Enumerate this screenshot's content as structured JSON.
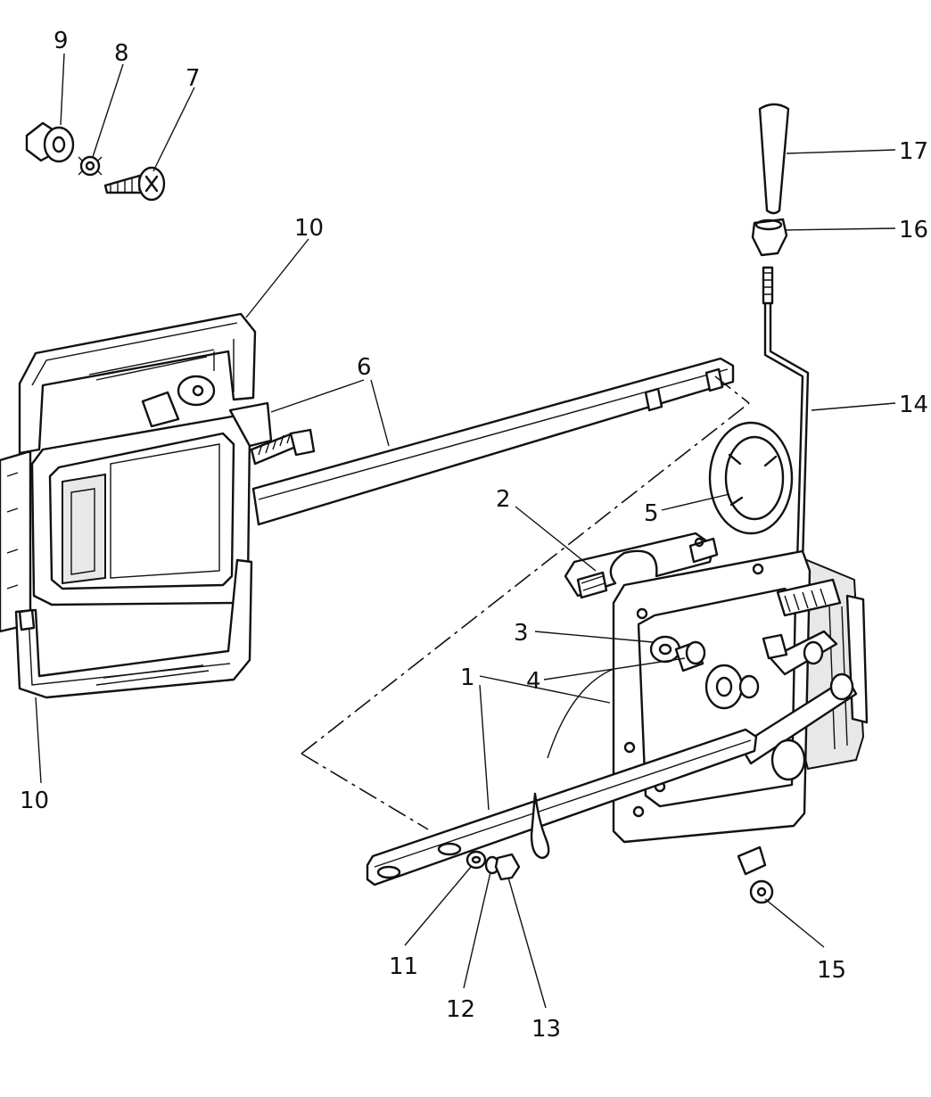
{
  "callouts": [
    {
      "id": "9",
      "label": "9"
    },
    {
      "id": "8",
      "label": "8"
    },
    {
      "id": "7",
      "label": "7"
    },
    {
      "id": "10a",
      "label": "10"
    },
    {
      "id": "6",
      "label": "6"
    },
    {
      "id": "17",
      "label": "17"
    },
    {
      "id": "16",
      "label": "16"
    },
    {
      "id": "14",
      "label": "14"
    },
    {
      "id": "5",
      "label": "5"
    },
    {
      "id": "2",
      "label": "2"
    },
    {
      "id": "3",
      "label": "3"
    },
    {
      "id": "4",
      "label": "4"
    },
    {
      "id": "1",
      "label": "1"
    },
    {
      "id": "10b",
      "label": "10"
    },
    {
      "id": "11",
      "label": "11"
    },
    {
      "id": "12",
      "label": "12"
    },
    {
      "id": "13",
      "label": "13"
    },
    {
      "id": "15",
      "label": "15"
    }
  ]
}
